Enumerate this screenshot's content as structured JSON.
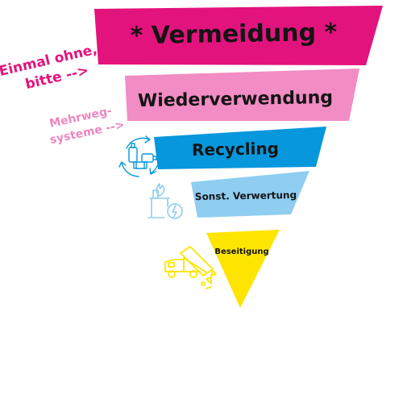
{
  "colors": {
    "vermeidung": "#e3137d",
    "wiederverwendung": "#f28cc4",
    "recycling": "#0797dc",
    "verwertung": "#8fcdf1",
    "beseitigung": "#fde500",
    "note_primary": "#e3137d",
    "note_secondary": "#ee86bf"
  },
  "levels": [
    {
      "label": "* Vermeidung *",
      "icon": "none"
    },
    {
      "label": "Wiederverwendung",
      "icon": "none"
    },
    {
      "label": "Recycling",
      "icon": "recycling-bottles-icon"
    },
    {
      "label": "Sonst. Verwertung",
      "icon": "incineration-energy-icon"
    },
    {
      "label": "Beseitigung",
      "icon": "dump-truck-icon"
    }
  ],
  "notes": {
    "einmal": {
      "line1": "Einmal ohne,",
      "line2": "bitte -->"
    },
    "mehrweg": {
      "line1": "Mehrweg-",
      "line2": "systeme -->"
    }
  }
}
